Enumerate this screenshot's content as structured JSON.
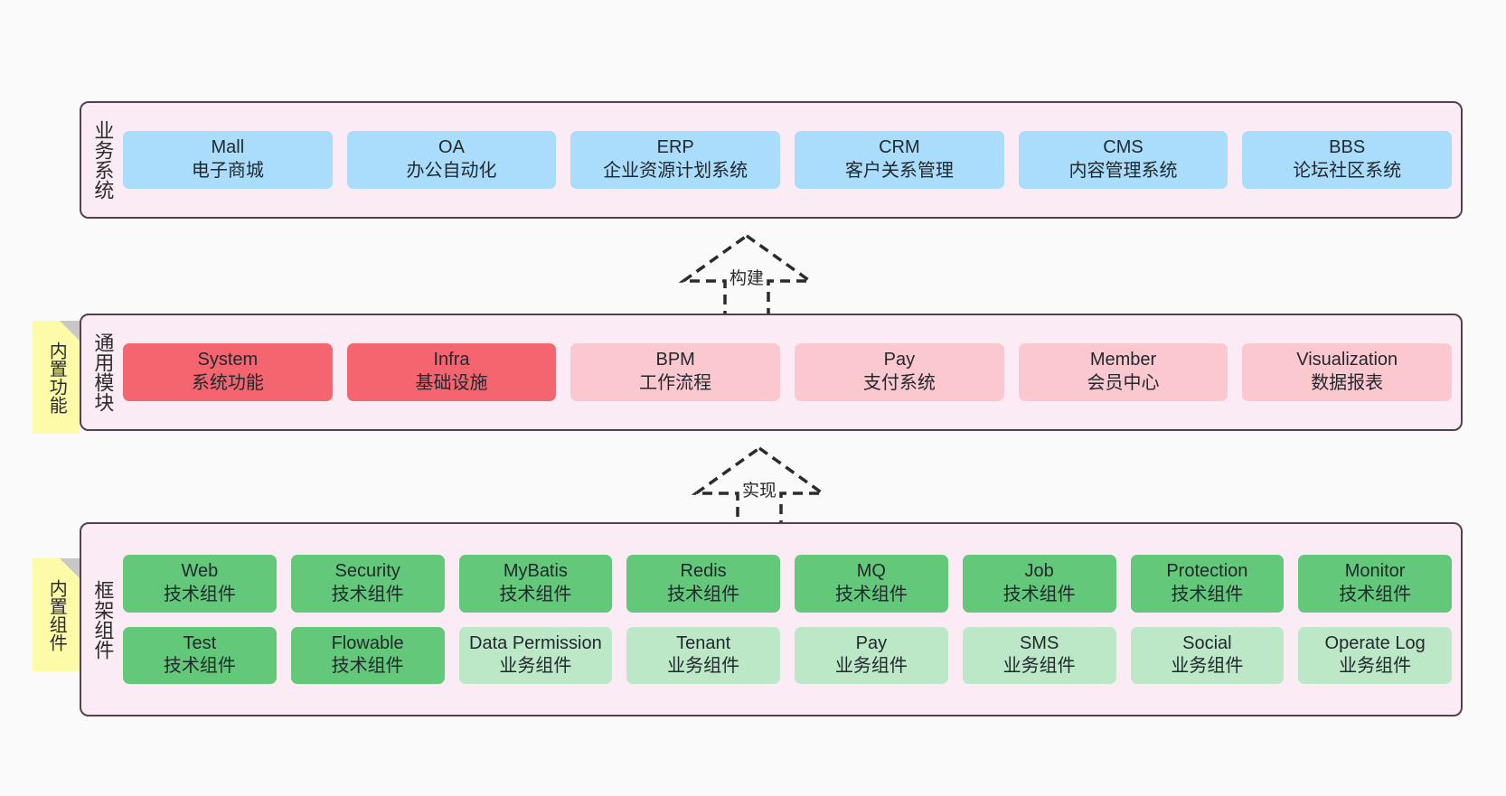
{
  "diagram": {
    "background_color": "#fafafa",
    "panel_color": "#fbebf4",
    "panel_border_color": "#55414c",
    "note_color": "#fdfaa8"
  },
  "layers": [
    {
      "id": "business",
      "title": "业务系统",
      "card_color": "#aadcfb",
      "cards": [
        {
          "name": "Mall",
          "desc": "电子商城"
        },
        {
          "name": "OA",
          "desc": "办公自动化"
        },
        {
          "name": "ERP",
          "desc": "企业资源计划系统"
        },
        {
          "name": "CRM",
          "desc": "客户关系管理"
        },
        {
          "name": "CMS",
          "desc": "内容管理系统"
        },
        {
          "name": "BBS",
          "desc": "论坛社区系统"
        }
      ]
    },
    {
      "id": "common-modules",
      "title": "通用模块",
      "note": "内置功能",
      "cards": [
        {
          "name": "System",
          "desc": "系统功能",
          "color": "#f4656f"
        },
        {
          "name": "Infra",
          "desc": "基础设施",
          "color": "#f4656f"
        },
        {
          "name": "BPM",
          "desc": "工作流程",
          "color": "#fcc8d0"
        },
        {
          "name": "Pay",
          "desc": "支付系统",
          "color": "#fcc8d0"
        },
        {
          "name": "Member",
          "desc": "会员中心",
          "color": "#fcc8d0"
        },
        {
          "name": "Visualization",
          "desc": "数据报表",
          "color": "#fcc8d0"
        }
      ]
    },
    {
      "id": "framework-components",
      "title": "框架组件",
      "note": "内置组件",
      "rows": [
        [
          {
            "name": "Web",
            "desc": "技术组件",
            "color": "#64c87a"
          },
          {
            "name": "Security",
            "desc": "技术组件",
            "color": "#64c87a"
          },
          {
            "name": "MyBatis",
            "desc": "技术组件",
            "color": "#64c87a"
          },
          {
            "name": "Redis",
            "desc": "技术组件",
            "color": "#64c87a"
          },
          {
            "name": "MQ",
            "desc": "技术组件",
            "color": "#64c87a"
          },
          {
            "name": "Job",
            "desc": "技术组件",
            "color": "#64c87a"
          },
          {
            "name": "Protection",
            "desc": "技术组件",
            "color": "#64c87a"
          },
          {
            "name": "Monitor",
            "desc": "技术组件",
            "color": "#64c87a"
          }
        ],
        [
          {
            "name": "Test",
            "desc": "技术组件",
            "color": "#64c87a"
          },
          {
            "name": "Flowable",
            "desc": "技术组件",
            "color": "#64c87a"
          },
          {
            "name": "Data Permission",
            "desc": "业务组件",
            "color": "#bde8c8"
          },
          {
            "name": "Tenant",
            "desc": "业务组件",
            "color": "#bde8c8"
          },
          {
            "name": "Pay",
            "desc": "业务组件",
            "color": "#bde8c8"
          },
          {
            "name": "SMS",
            "desc": "业务组件",
            "color": "#bde8c8"
          },
          {
            "name": "Social",
            "desc": "业务组件",
            "color": "#bde8c8"
          },
          {
            "name": "Operate Log",
            "desc": "业务组件",
            "color": "#bde8c8"
          }
        ]
      ]
    }
  ],
  "connectors": [
    {
      "id": "build",
      "label": "构建",
      "style": "dashed-hollow-arrow-up"
    },
    {
      "id": "implement",
      "label": "实现",
      "style": "dashed-hollow-arrow-up"
    }
  ]
}
